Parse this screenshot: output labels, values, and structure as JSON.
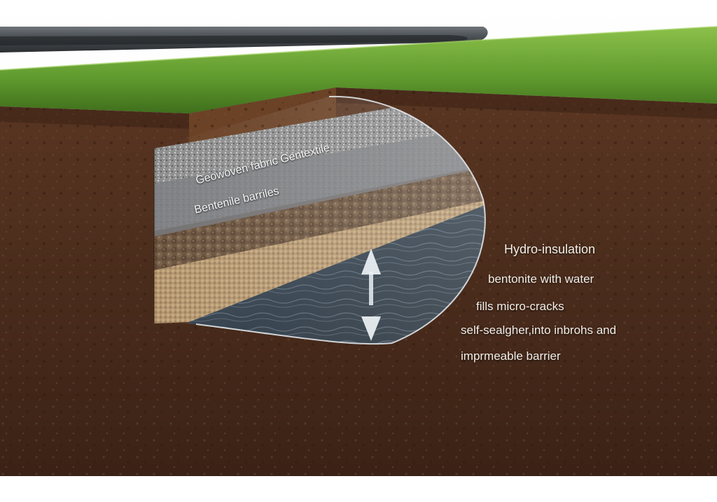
{
  "labels": {
    "layer_1": "Geowoven fabric Gentextile",
    "layer_2": "Bentenile barriles",
    "heading": "Hydro-insulation",
    "line_1": "bentonite with water",
    "line_2": "fills micro-cracks",
    "line_3": "self-sealgher,into  inbrohs and",
    "line_4": "imprmeable barrier"
  },
  "colors": {
    "grass": "#5f9a2e",
    "soil": "#4a2c1c",
    "gravel": "#8e8e8e",
    "clay_pellets": "#6b5440",
    "sand": "#b49770",
    "water": "#2f3c48",
    "label_text": "#f3efe8"
  },
  "icons": [
    "double-arrow-icon"
  ]
}
